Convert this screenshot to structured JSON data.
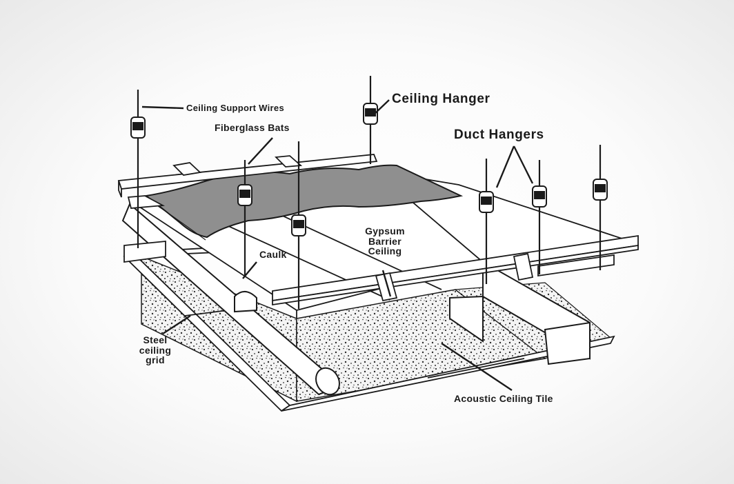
{
  "labels": {
    "ceiling_support_wires": "Ceiling Support Wires",
    "fiberglass_bats": "Fiberglass Bats",
    "ceiling_hanger": "Ceiling Hanger",
    "duct_hangers": "Duct Hangers",
    "caulk": "Caulk",
    "gypsum_barrier_ceiling": [
      "Gypsum",
      "Barrier",
      "Ceiling"
    ],
    "steel_ceiling_grid": [
      "Steel",
      "ceiling",
      "grid"
    ],
    "acoustic_ceiling_tile": "Acoustic Ceiling Tile"
  },
  "colors": {
    "ink": "#1a1a1a",
    "insulation": "#8f8f8f",
    "background": "#f7f7f7"
  }
}
